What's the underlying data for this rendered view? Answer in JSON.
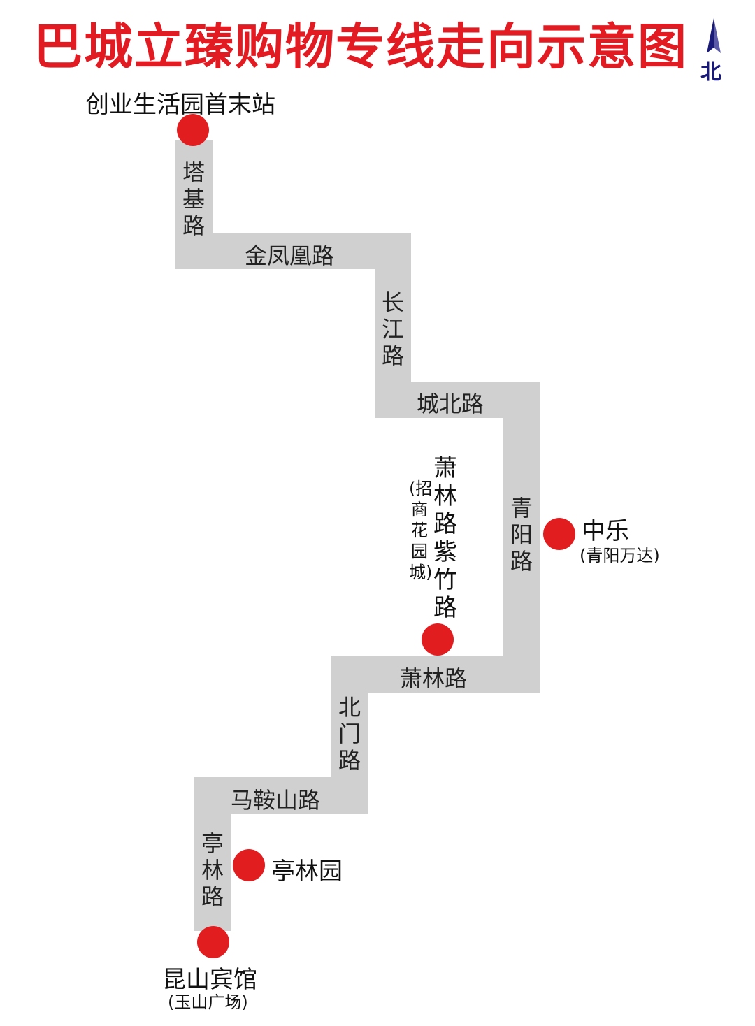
{
  "title": "巴城立臻购物专线走向示意图",
  "north_label": "北",
  "roads": {
    "taji": "塔基路",
    "jinfenghuang": "金凤凰路",
    "changjiang": "长江路",
    "chengbei": "城北路",
    "qingyang": "青阳路",
    "xiaolin": "萧林路",
    "beimen": "北门路",
    "maanshan": "马鞍山路",
    "tinglin": "亭林路"
  },
  "stops": {
    "start": {
      "name": "创业生活园首末站"
    },
    "xiaolin_zizhu": {
      "name": "萧林路紫竹路",
      "note": "(招商花园城)"
    },
    "zhongle": {
      "name": "中乐",
      "note": "(青阳万达)"
    },
    "tinglinyuan": {
      "name": "亭林园"
    },
    "end": {
      "name": "昆山宾馆",
      "note": "(玉山广场)"
    }
  },
  "colors": {
    "title": "#e21b23",
    "stop": "#e11d20",
    "route": "#d0d0d0",
    "north": "#1a1a7a"
  }
}
